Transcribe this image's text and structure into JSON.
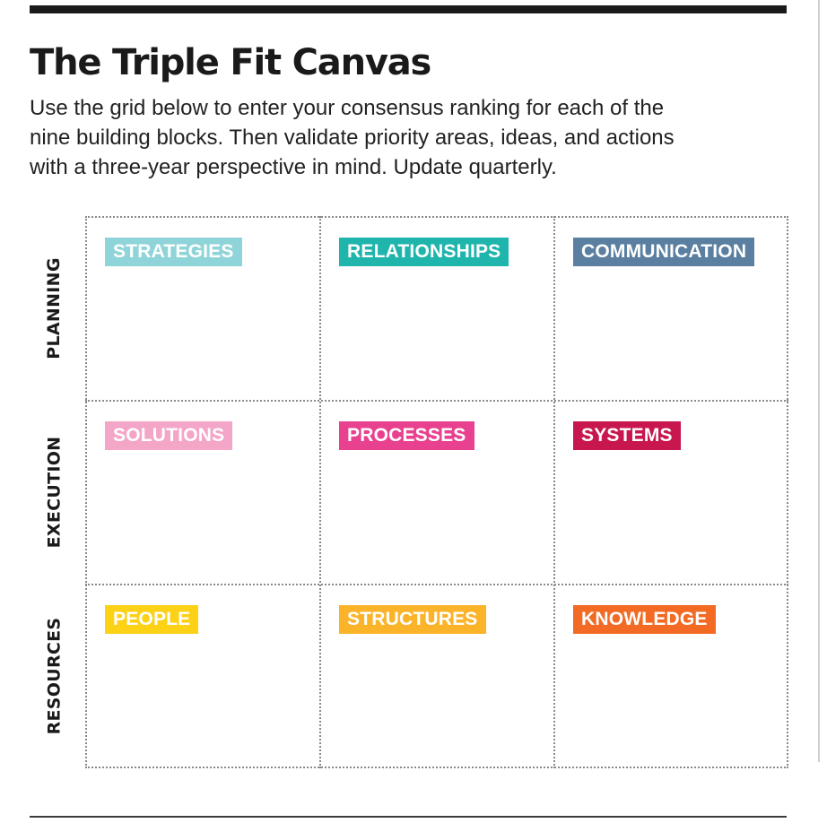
{
  "header": {
    "title": "The Triple Fit Canvas",
    "intro_lines": [
      "Use the grid below to enter your consensus ranking for each of the",
      "nine building blocks. Then validate priority areas, ideas, and actions",
      "with a three-year perspective in mind. Update quarterly."
    ]
  },
  "canvas": {
    "rows": [
      {
        "label": "PLANNING",
        "blocks": [
          {
            "label": "STRATEGIES",
            "color": "#8fd4d9"
          },
          {
            "label": "RELATIONSHIPS",
            "color": "#1fb5ad"
          },
          {
            "label": "COMMUNICATION",
            "color": "#5b7fa0"
          }
        ]
      },
      {
        "label": "EXECUTION",
        "blocks": [
          {
            "label": "SOLUTIONS",
            "color": "#f4a6c8"
          },
          {
            "label": "PROCESSES",
            "color": "#e8418f"
          },
          {
            "label": "SYSTEMS",
            "color": "#c8174e"
          }
        ]
      },
      {
        "label": "RESOURCES",
        "blocks": [
          {
            "label": "PEOPLE",
            "color": "#fcd116"
          },
          {
            "label": "STRUCTURES",
            "color": "#fbb42a"
          },
          {
            "label": "KNOWLEDGE",
            "color": "#f26a24"
          }
        ]
      }
    ]
  }
}
